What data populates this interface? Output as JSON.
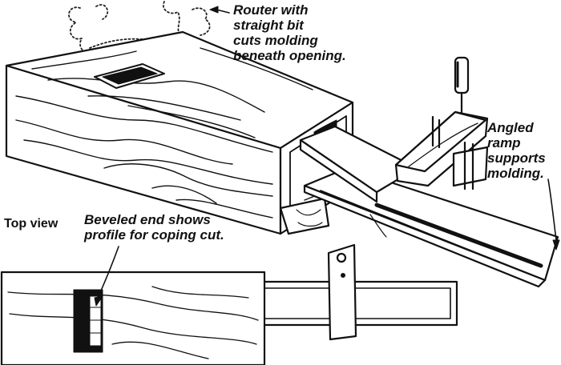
{
  "labels": {
    "router": "Router with\nstraight bit\ncuts molding\nbeneath opening.",
    "ramp": "Angled\nramp\nsupports\nmolding.",
    "top_view": "Top view",
    "bevel": "Beveled end shows\nprofile for coping cut."
  },
  "colors": {
    "ink": "#111111",
    "paper": "#ffffff"
  }
}
